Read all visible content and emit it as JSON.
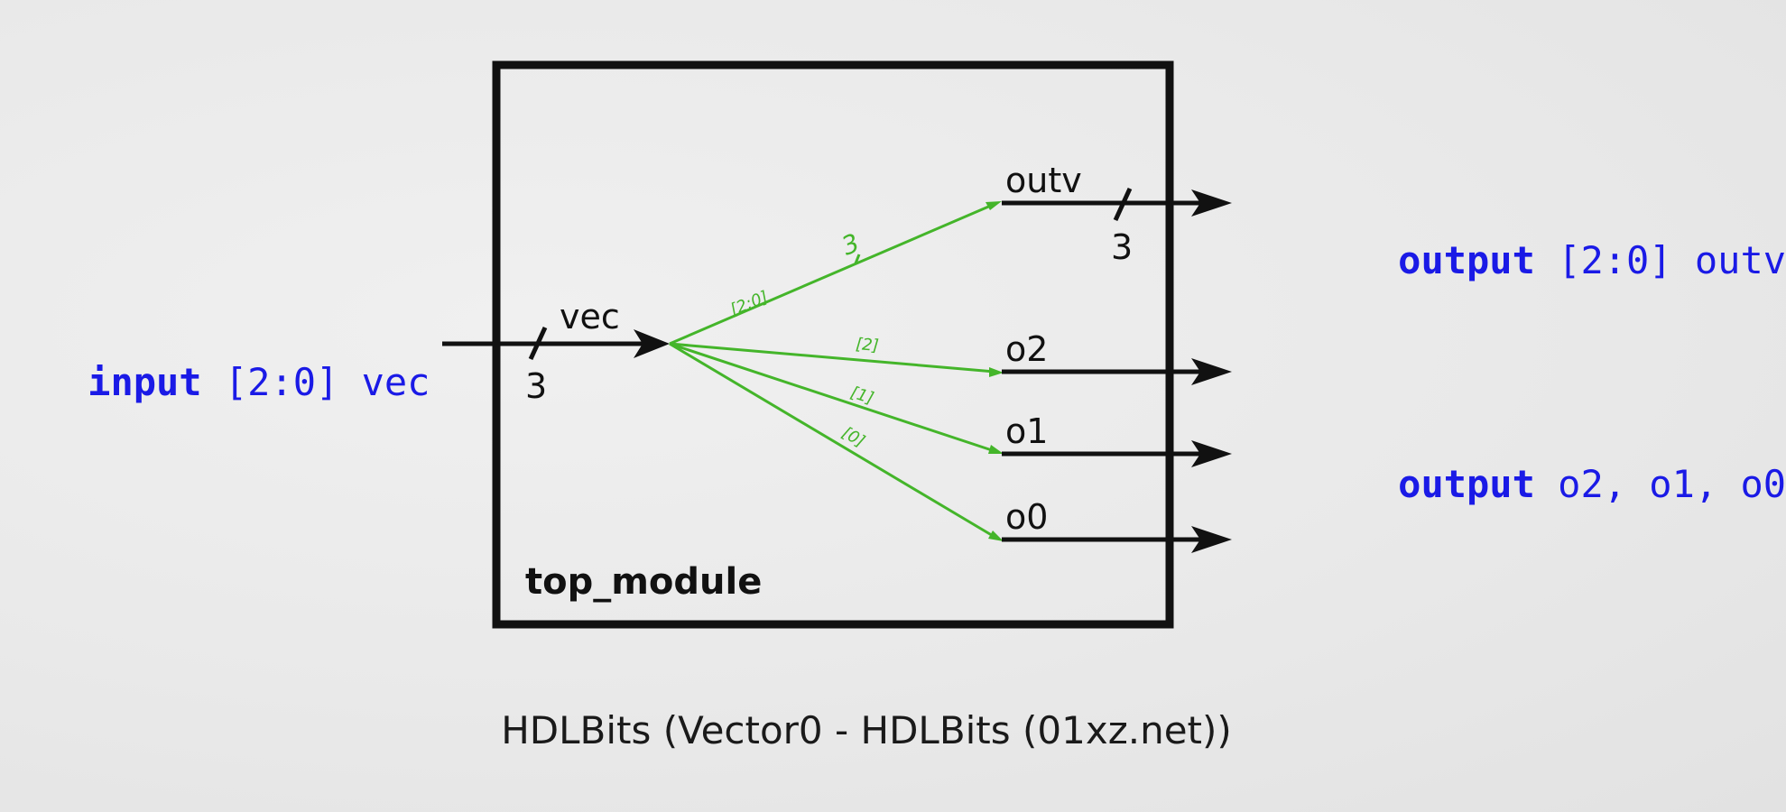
{
  "module": {
    "name": "top_module",
    "input_label": "vec",
    "input_width": "3",
    "outputs": [
      {
        "name": "outv",
        "width": "3"
      },
      {
        "name": "o2"
      },
      {
        "name": "o1"
      },
      {
        "name": "o0"
      }
    ],
    "internal": {
      "bus_width": "3",
      "slice_outv": "[2:0]",
      "slice_o2": "[2]",
      "slice_o1": "[1]",
      "slice_o0": "[0]"
    }
  },
  "declarations": {
    "input_kw": "input",
    "input_rest": " [2:0] vec",
    "outv_kw": "output",
    "outv_rest": " [2:0] outv",
    "os_kw": "output",
    "os_rest": " o2, o1, o0"
  },
  "caption": "HDLBits (Vector0 - HDLBits (01xz.net))",
  "colors": {
    "wire": "#111111",
    "internal": "#44b52a",
    "code": "#1a1ae6"
  }
}
